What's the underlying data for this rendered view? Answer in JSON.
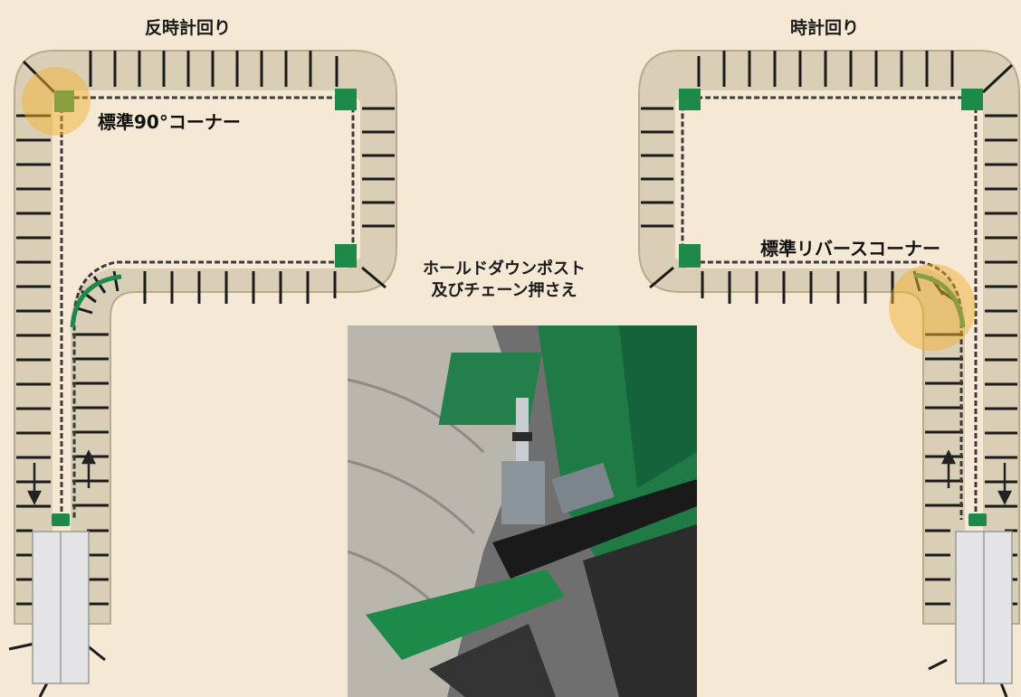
{
  "left_panel": {
    "title": "反時計回り",
    "corner_callout": "標準90°コーナー"
  },
  "right_panel": {
    "title": "時計回り",
    "corner_callout": "標準リバースコーナー"
  },
  "center": {
    "photo_caption_line1": "ホールドダウンポスト",
    "photo_caption_line2": "及びチェーン押さえ"
  },
  "colors": {
    "background": "#f5e9d6",
    "track_fill": "#d9cfb6",
    "slat": "#1b1b1b",
    "chain": "#3a3a3a",
    "corner_green": "#1e8a4a",
    "highlight": "#f2b233",
    "drive_box": "#e4e4e6"
  }
}
